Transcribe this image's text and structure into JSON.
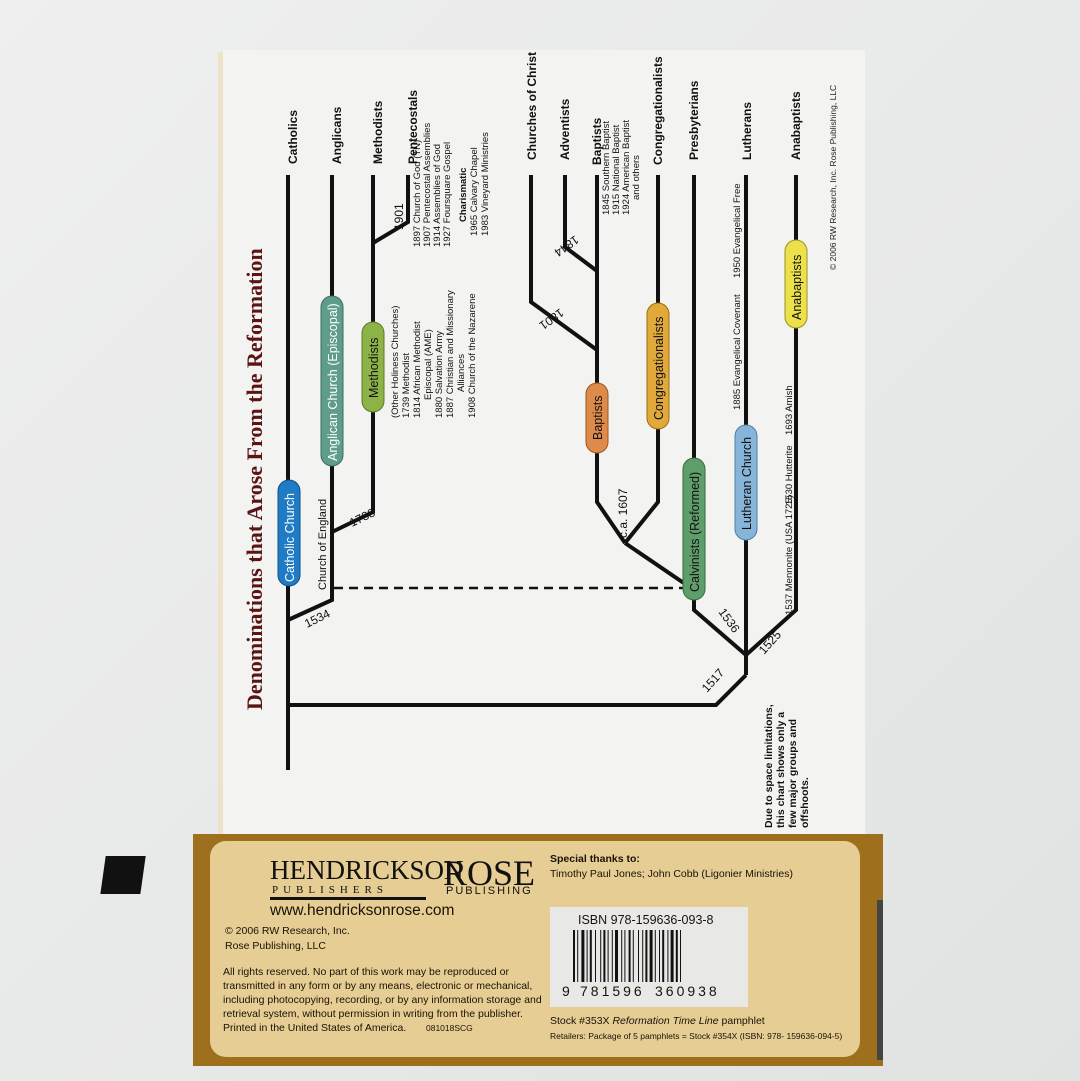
{
  "pamphlet": {
    "title": "Denominations that Arose From the Reformation",
    "side_copyright": "© 2006 RW Research, Inc.  Rose Publishing, LLC",
    "note": [
      "Due to space limitations,",
      "this chart shows only a",
      "few major groups and",
      "offshoots."
    ]
  },
  "diagram": {
    "branches": [
      {
        "id": "catholics",
        "label": "Catholics",
        "pill": "Catholic Church",
        "pill_color": "#1f7cc4"
      },
      {
        "id": "anglicans",
        "label": "Anglicans",
        "pill": "Anglican Church (Episcopal)",
        "pill_color": "#5f9c8c",
        "split_year": "1534",
        "split_note": "Church of England"
      },
      {
        "id": "methodists",
        "label": "Methodists",
        "pill": "Methodists",
        "pill_color": "#8db348",
        "split_year": "1738",
        "offshoots": [
          "(Other Holiness Churches)",
          "1739 Methodist",
          "1814 African Methodist",
          "Episcopal (AME)",
          "1880 Salvation Army",
          "1887 Christian and Missionary",
          "Alliances",
          "1908 Church of the Nazarene"
        ]
      },
      {
        "id": "pentecostals",
        "label": "Pentecostals",
        "split_year": "1901",
        "offshoots": [
          "1897 Church of God (TN)",
          "1907 Pentecostal Assemblies",
          "1914 Assemblies of God",
          "1927 Foursquare Gospel",
          "Charismatic",
          "1965 Calvary Chapel",
          "1983 Vineyard Ministries"
        ]
      },
      {
        "id": "churches_of_christ",
        "label": "Churches of Christ",
        "split_year": "1801"
      },
      {
        "id": "adventists",
        "label": "Adventists",
        "split_year": "1844"
      },
      {
        "id": "baptists",
        "label": "Baptists",
        "pill": "Baptists",
        "pill_color": "#dd8a4a",
        "split_year": "c.a. 1607",
        "offshoots": [
          "1845 Southern Baptist",
          "1915 National Baptist",
          "1924 American Baptist",
          "and others"
        ]
      },
      {
        "id": "congregationalists",
        "label": "Congregationalists",
        "pill": "Congregationalists",
        "pill_color": "#e0a93a"
      },
      {
        "id": "presbyterians",
        "label": "Presbyterians",
        "pill": "Calvinists (Reformed)",
        "pill_color": "#5f9e6a",
        "split_year": "1536"
      },
      {
        "id": "lutherans",
        "label": "Lutherans",
        "pill": "Lutheran Church",
        "pill_color": "#86b5d9",
        "split_year": "1517",
        "offshoots": [
          "1885 Evangelical Covenant",
          "1950 Evangelical Free"
        ]
      },
      {
        "id": "anabaptists",
        "label": "Anabaptists",
        "pill": "Anabaptists",
        "pill_color": "#ece14a",
        "split_year": "1525",
        "offshoots": [
          "1537 Mennonite (USA 1725)",
          "1530 Hutterite",
          "1693 Amish"
        ]
      }
    ]
  },
  "footer": {
    "publisher": "HENDRICKSON",
    "publisher_sub": "PUBLISHERS",
    "rose": "ROSE",
    "rose_sub": "PUBLISHING",
    "website": "www.hendricksonrose.com",
    "copyright_1": "© 2006 RW Research, Inc.",
    "copyright_2": "Rose Publishing, LLC",
    "rights": [
      "All rights reserved. No part of this work may be reproduced or",
      "transmitted in any form or by any means, electronic or mechanical,",
      "including photocopying, recording, or by any information storage and",
      "retrieval system, without permission in writing from the publisher.",
      "Printed in the United States of America."
    ],
    "print_code": "081018SCG",
    "thanks_title": "Special thanks to:",
    "thanks_names": "Timothy Paul Jones; John Cobb (Ligonier Ministries)",
    "isbn": "ISBN 978-159636-093-8",
    "barcode_lead": "9",
    "barcode_group1": "781596",
    "barcode_group2": "360938",
    "stock_prefix": "Stock #353X ",
    "stock_title": "Reformation Time Line",
    "stock_suffix": " pamphlet",
    "retailers": "Retailers: Package of 5 pamphlets = Stock #354X  (ISBN: 978- 159636-094-5)"
  },
  "colors": {
    "title": "#5a1414",
    "panel": "#e6cd94",
    "border": "#9e6f1c"
  }
}
